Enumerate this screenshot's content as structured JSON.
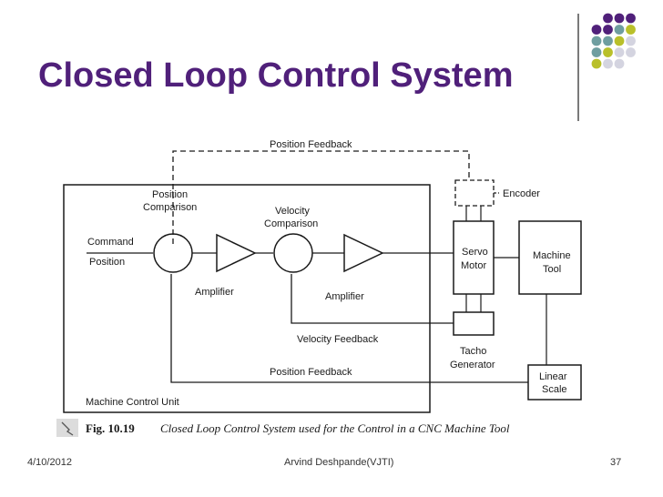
{
  "slide": {
    "title": "Closed Loop Control System",
    "footer": {
      "date": "4/10/2012",
      "author": "Arvind Deshpande(VJTI)",
      "page": "37"
    }
  },
  "theme": {
    "title_color": "#50207a",
    "dot_colors": [
      "#50207a",
      "#6f9ea0",
      "#b9c02a",
      "#d4d4e0"
    ]
  },
  "diagram": {
    "labels": {
      "position_feedback_top": "Position Feedback",
      "encoder": "Encoder",
      "position_comparison_1": "Position",
      "position_comparison_2": "Comparison",
      "velocity_comparison_1": "Velocity",
      "velocity_comparison_2": "Comparison",
      "command": "Command",
      "position": "Position",
      "servo_motor_1": "Servo",
      "servo_motor_2": "Motor",
      "machine_tool_1": "Machine",
      "machine_tool_2": "Tool",
      "amplifier_1": "Amplifier",
      "amplifier_2": "Amplifier",
      "velocity_feedback": "Velocity Feedback",
      "tacho_generator_1": "Tacho",
      "tacho_generator_2": "Generator",
      "position_feedback_bottom": "Position Feedback",
      "linear_scale_1": "Linear",
      "linear_scale_2": "Scale",
      "machine_control_unit": "Machine Control Unit"
    },
    "caption": {
      "fig_number": "Fig.  10.19",
      "text": "Closed Loop Control System used for the Control in a CNC Machine Tool"
    }
  }
}
